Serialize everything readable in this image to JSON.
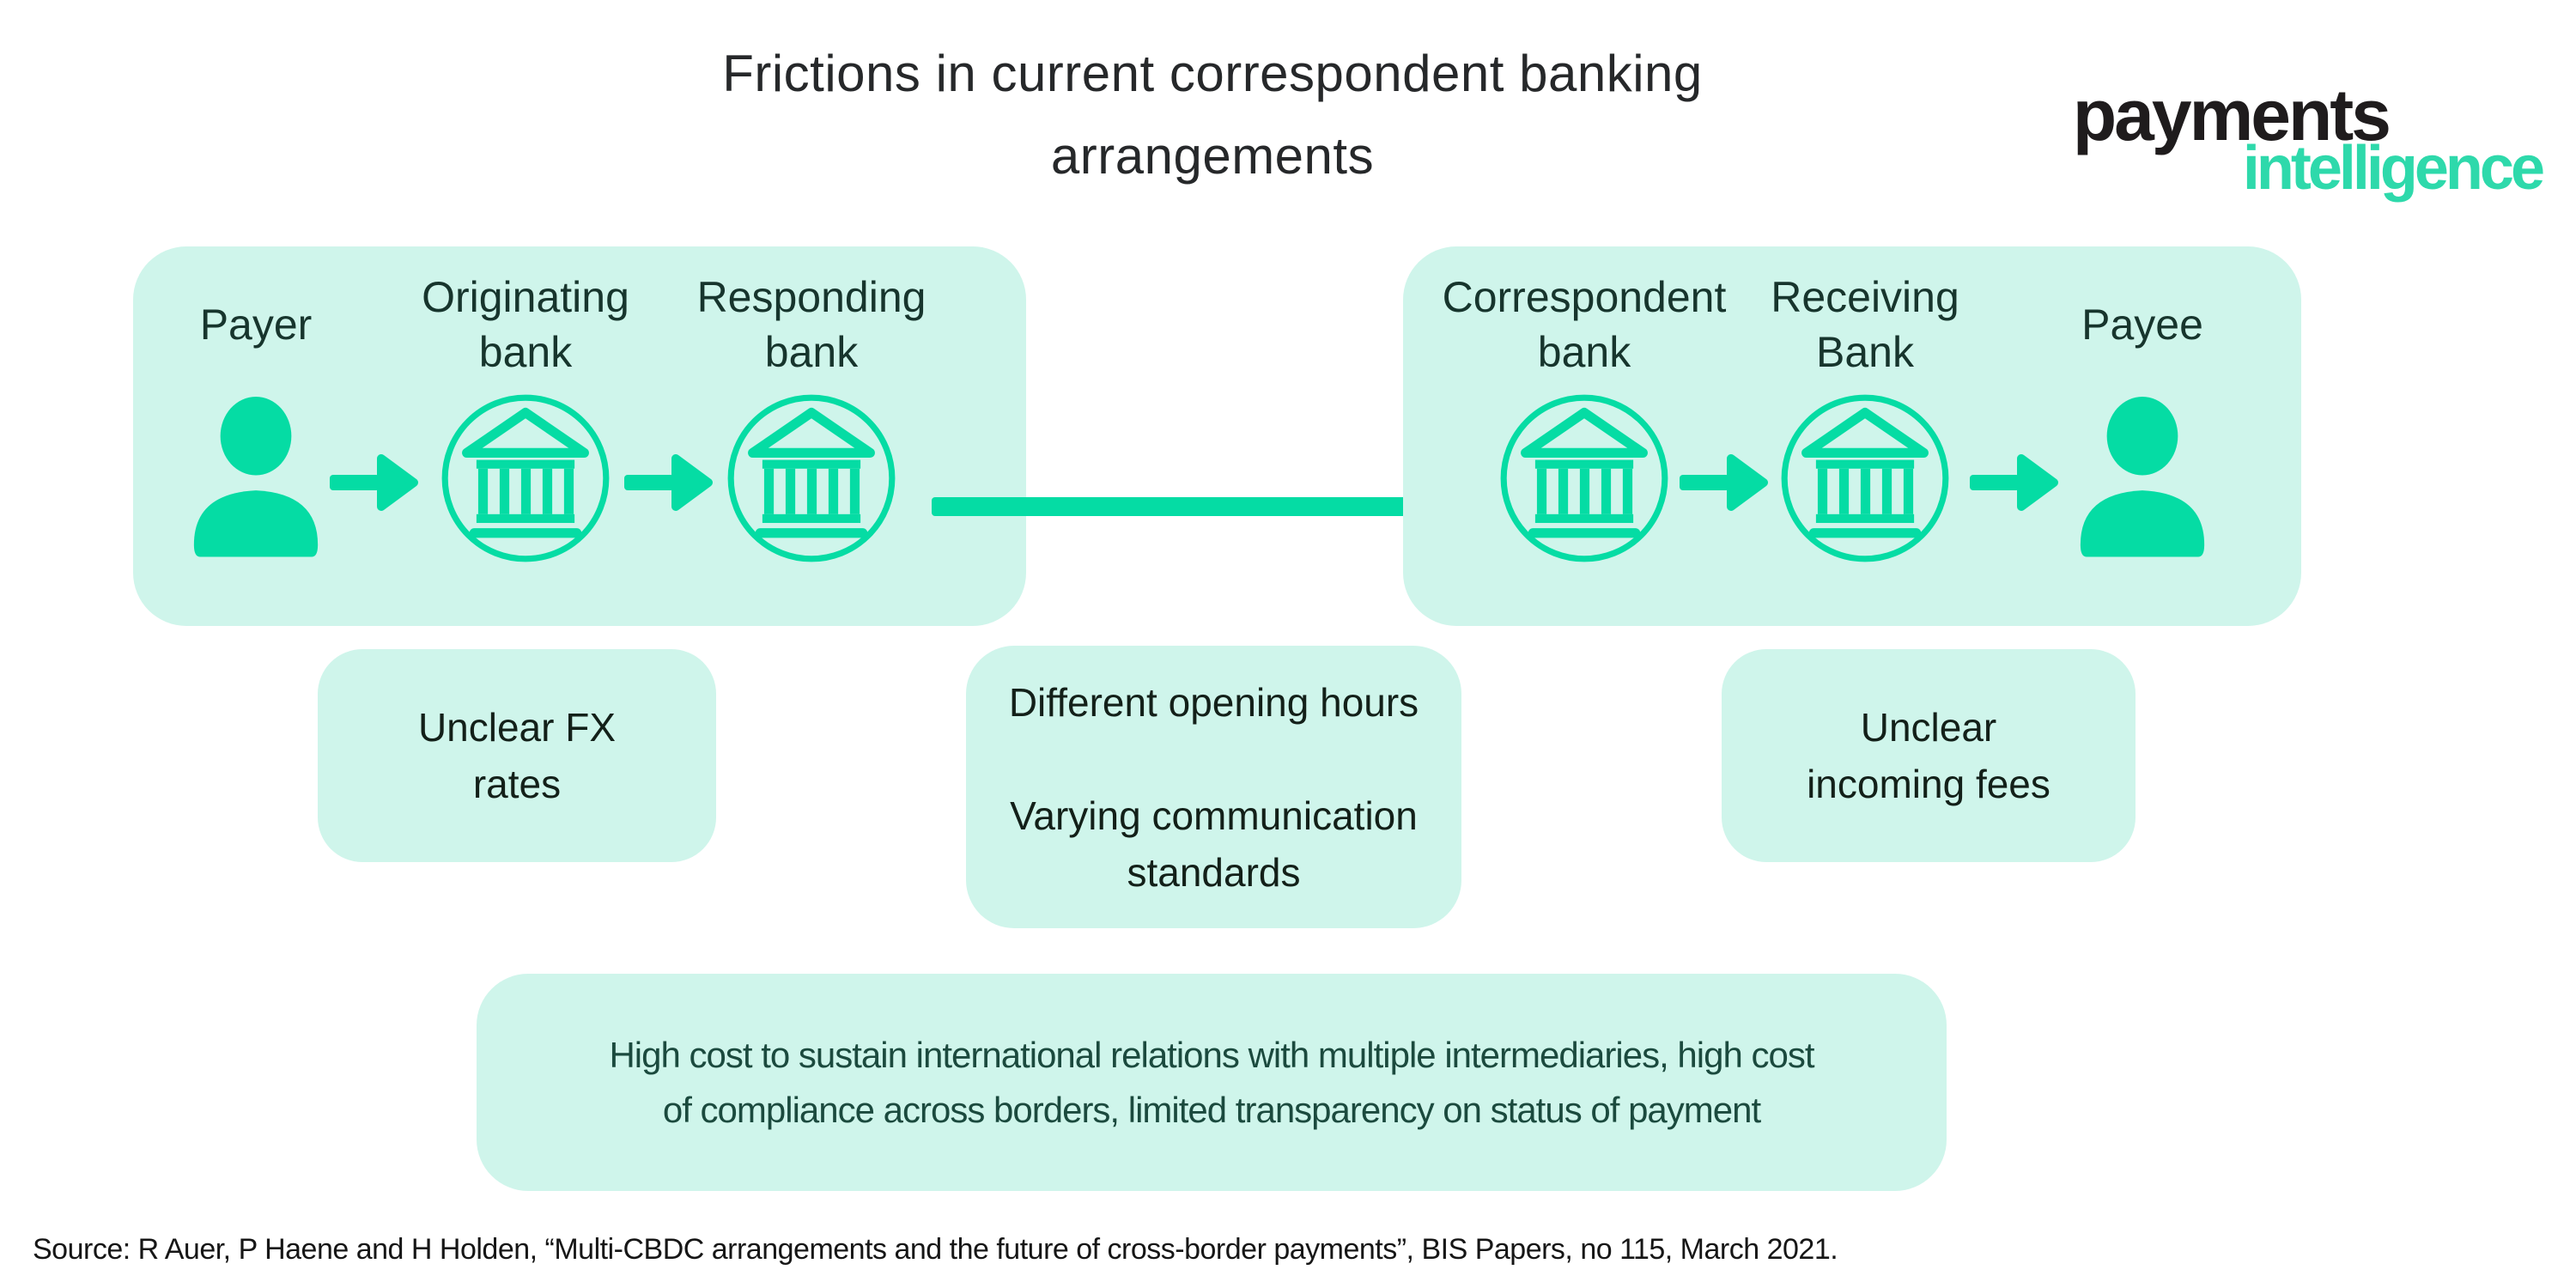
{
  "title": {
    "line1": "Frictions in current correspondent banking",
    "line2": "arrangements"
  },
  "logo": {
    "word_top": "payments",
    "word_bottom": "intelligence"
  },
  "flow": {
    "left_group": {
      "nodes": [
        {
          "name": "payer",
          "icon": "person-icon",
          "label_lines": [
            "Payer"
          ]
        },
        {
          "name": "originating-bank",
          "icon": "bank-icon",
          "label_lines": [
            "Originating",
            "bank"
          ]
        },
        {
          "name": "responding-bank",
          "icon": "bank-icon",
          "label_lines": [
            "Responding",
            "bank"
          ]
        }
      ]
    },
    "right_group": {
      "nodes": [
        {
          "name": "correspondent-bank",
          "icon": "bank-icon",
          "label_lines": [
            "Correspondent",
            "bank"
          ]
        },
        {
          "name": "receiving-bank",
          "icon": "bank-icon",
          "label_lines": [
            "Receiving",
            "Bank"
          ]
        },
        {
          "name": "payee",
          "icon": "person-icon",
          "label_lines": [
            "Payee"
          ]
        }
      ]
    }
  },
  "friction_notes": {
    "fx": {
      "lines": [
        "Unclear FX",
        "rates"
      ]
    },
    "hours": {
      "lines": [
        "Different opening hours",
        "",
        "Varying communication",
        "standards"
      ]
    },
    "fees": {
      "lines": [
        "Unclear",
        "incoming fees"
      ]
    }
  },
  "bottom_note": {
    "lines": [
      "High cost to sustain international relations with multiple intermediaries, high cost",
      "of compliance across borders, limited transparency on status of payment"
    ]
  },
  "source": "Source: R Auer, P Haene and H Holden, “Multi-CBDC arrangements and the future of cross-border payments”, BIS Papers, no 115, March 2021.",
  "colors": {
    "teal": "#05dca4",
    "mint_panel": "#cff5eb",
    "label_text": "#17352d",
    "note_text": "#132019",
    "bottom_text": "#1b4a3e",
    "title_text": "#26282a",
    "logo_black": "#1f1c1d",
    "logo_teal": "#2ed9ab",
    "source_text": "#161616",
    "background": "#ffffff"
  }
}
